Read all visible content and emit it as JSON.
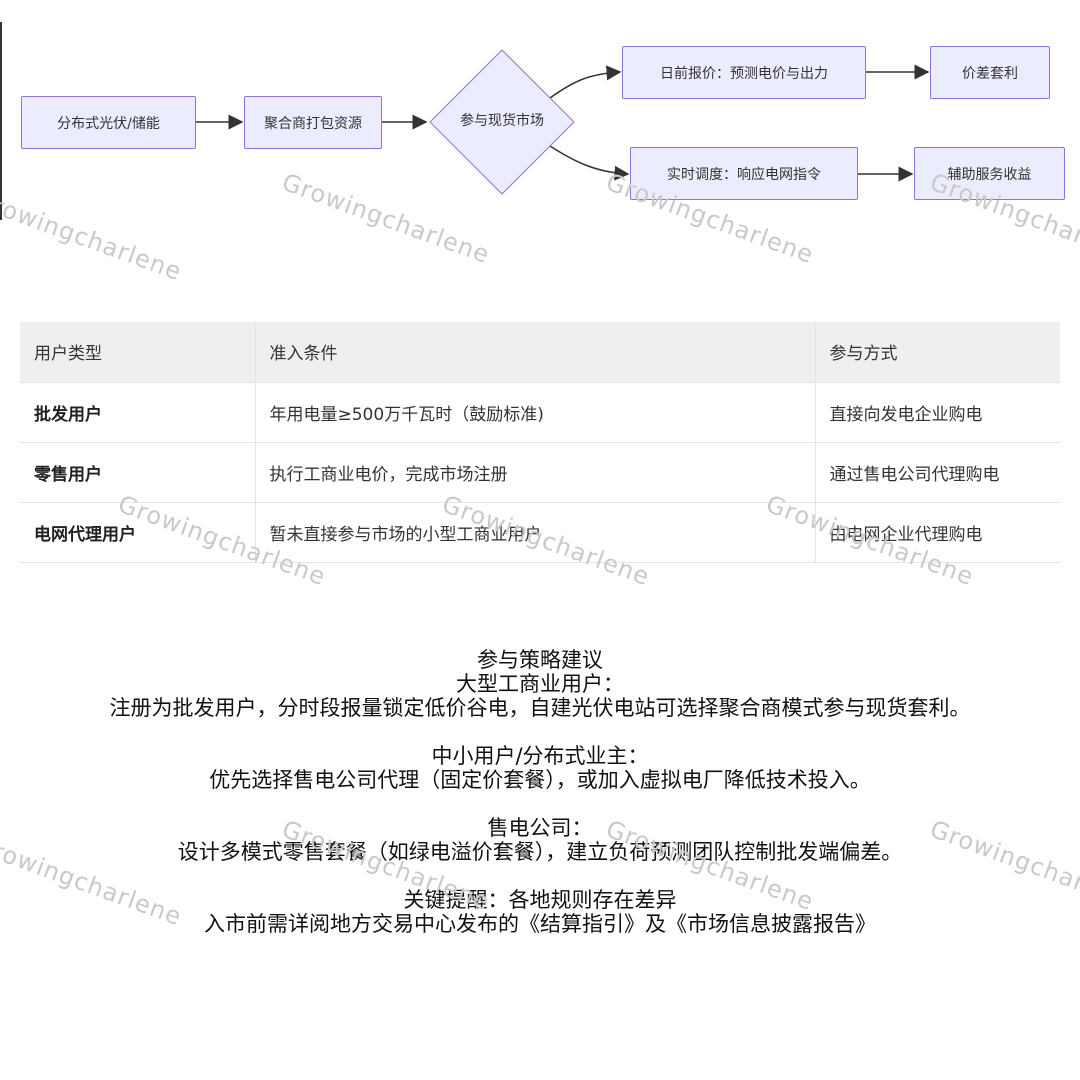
{
  "flowchart": {
    "node_pv": "分布式光伏/储能",
    "node_aggregator": "聚合商打包资源",
    "node_spot": "参与现货市场",
    "node_dayahead": "日前报价：预测电价与出力",
    "node_arbitrage": "价差套利",
    "node_realtime": "实时调度：响应电网指令",
    "node_ancillary": "辅助服务收益"
  },
  "table": {
    "headers": [
      "用户类型",
      "准入条件",
      "参与方式"
    ],
    "rows": [
      [
        "批发用户",
        "年用电量≥500万千瓦时（鼓励标准)",
        "直接向发电企业购电"
      ],
      [
        "零售用户",
        "执行工商业电价，完成市场注册",
        "通过售电公司代理购电"
      ],
      [
        "电网代理用户",
        "暂未直接参与市场的小型工商业用户",
        "由电网企业代理购电"
      ]
    ]
  },
  "notes": {
    "title": "参与策略建议",
    "s1_head": "大型工商业用户：",
    "s1_body": "注册为批发用户，分时段报量锁定低价谷电，自建光伏电站可选择聚合商模式参与现货套利。",
    "s2_head": "中小用户/分布式业主：",
    "s2_body": "优先选择售电公司代理（固定价套餐），或加入虚拟电厂降低技术投入。",
    "s3_head": "售电公司：",
    "s3_body": "设计多模式零售套餐（如绿电溢价套餐），建立负荷预测团队控制批发端偏差。",
    "s4_head": "关键提醒：各地规则存在差异",
    "s4_body": "入市前需详阅地方交易中心发布的《结算指引》及《市场信息披露报告》"
  },
  "watermark": "Growingcharlene"
}
